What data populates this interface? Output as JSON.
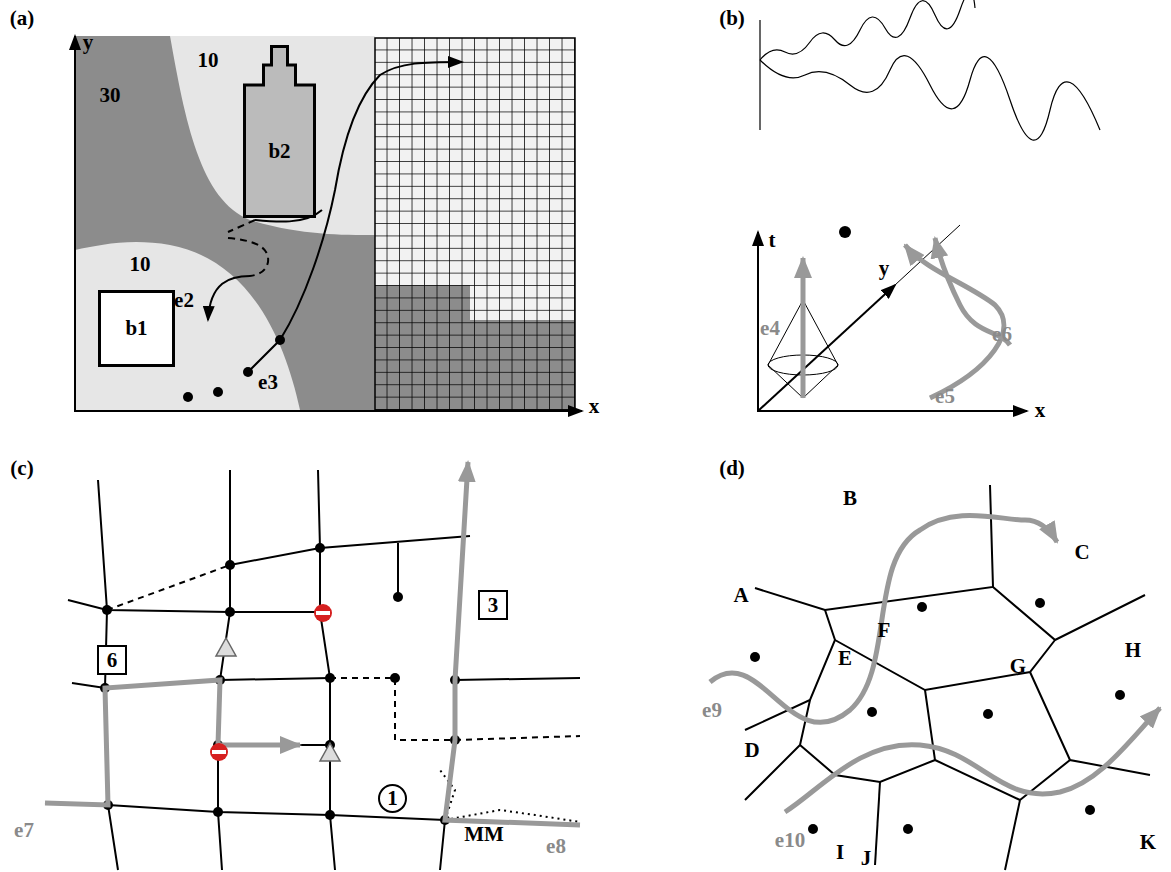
{
  "diagram": {
    "nodes": [
      {
        "text": [
          "b2"
        ]
      },
      {
        "text": [
          "b1"
        ]
      },
      {
        "text": [
          "6"
        ]
      },
      {
        "text": [
          "3"
        ]
      },
      {
        "text": [
          "1"
        ]
      }
    ],
    "labels": [
      "(a)",
      "y",
      "x",
      "30",
      "10",
      "10",
      "e2",
      "e3",
      "(b)",
      "t",
      "y",
      "x",
      "e4",
      "e6",
      "e5",
      "(c)",
      "MM",
      "e7",
      "e8",
      "(d)",
      "A",
      "B",
      "C",
      "D",
      "E",
      "F",
      "G",
      "H",
      "I",
      "J",
      "K",
      "e9",
      "e10"
    ]
  }
}
